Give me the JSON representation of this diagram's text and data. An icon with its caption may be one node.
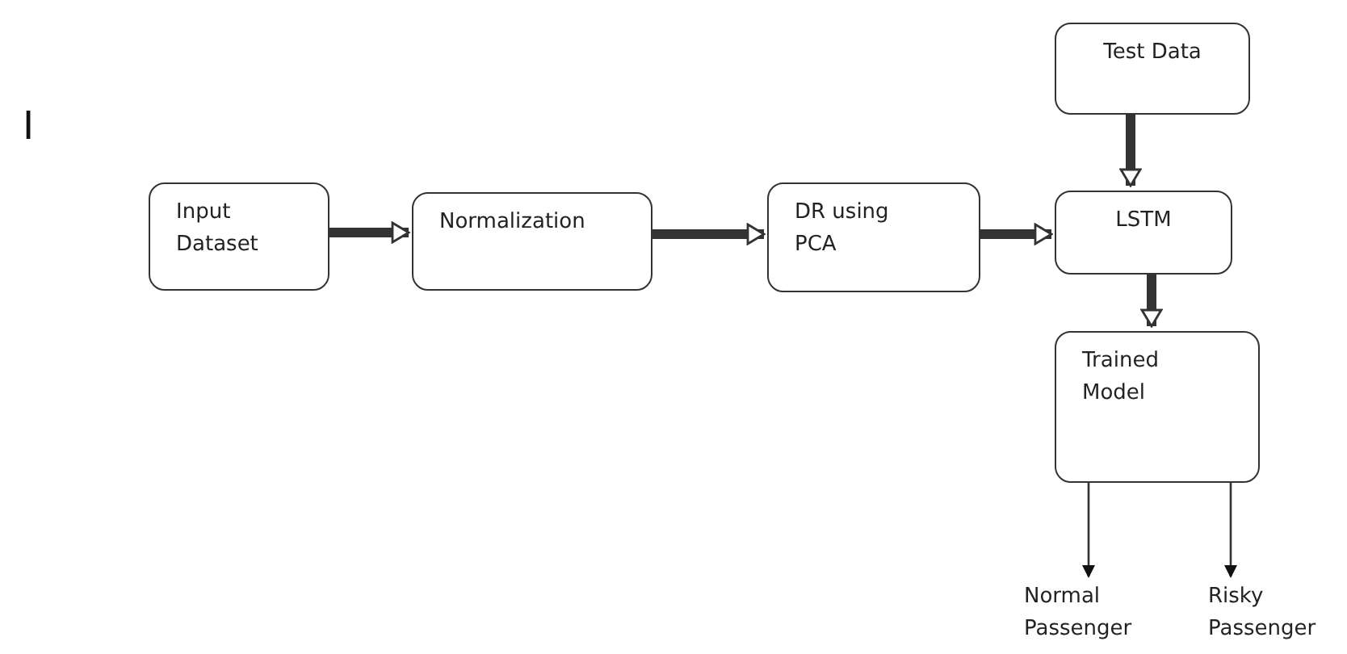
{
  "diagram": {
    "nodes": [
      {
        "text": [
          "Input Dataset"
        ]
      },
      {
        "text": [
          "Normalization"
        ]
      },
      {
        "text": [
          "DR using PCA"
        ]
      },
      {
        "text": [
          "Test Data"
        ]
      },
      {
        "text": [
          "LSTM"
        ]
      },
      {
        "text": [
          "Trained Model"
        ]
      },
      {
        "text": [
          "Normal Passenger"
        ]
      },
      {
        "text": [
          "Risky Passenger"
        ]
      }
    ],
    "edges": [
      {
        "from": 0,
        "to": 1,
        "arrow": "to"
      },
      {
        "from": 1,
        "to": 2,
        "arrow": "to"
      },
      {
        "from": 2,
        "to": 4,
        "arrow": "to"
      },
      {
        "from": 3,
        "to": 4,
        "arrow": "to"
      },
      {
        "from": 4,
        "to": 5,
        "arrow": "to"
      },
      {
        "from": 5,
        "to": 6,
        "arrow": "to"
      },
      {
        "from": 5,
        "to": 7,
        "arrow": "to"
      }
    ],
    "labels": [
      "I"
    ]
  }
}
